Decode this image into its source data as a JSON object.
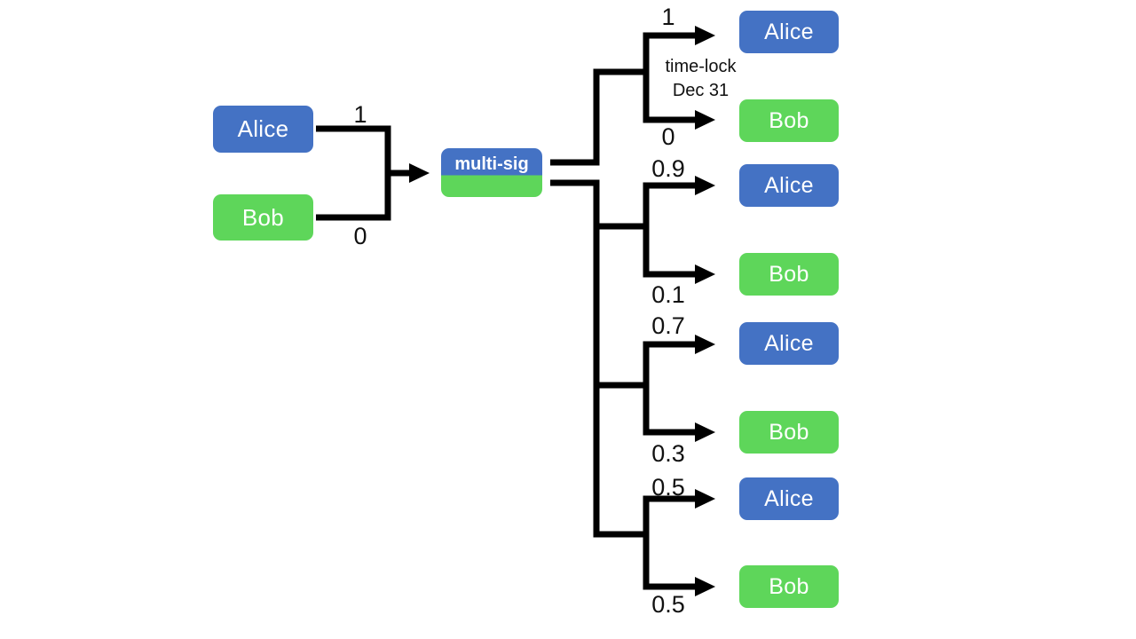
{
  "colors": {
    "alice": "#4472c4",
    "bob": "#5ed65a",
    "line": "#000000"
  },
  "left": {
    "alice_label": "Alice",
    "bob_label": "Bob",
    "top_weight": "1",
    "bottom_weight": "0"
  },
  "center": {
    "label": "multi-sig"
  },
  "annotation": {
    "line1": "time-lock",
    "line2": "Dec 31"
  },
  "branches": [
    {
      "top_weight": "1",
      "bottom_weight": "0",
      "top_label": "Alice",
      "bottom_label": "Bob"
    },
    {
      "top_weight": "0.9",
      "bottom_weight": "0.1",
      "top_label": "Alice",
      "bottom_label": "Bob"
    },
    {
      "top_weight": "0.7",
      "bottom_weight": "0.3",
      "top_label": "Alice",
      "bottom_label": "Bob"
    },
    {
      "top_weight": "0.5",
      "bottom_weight": "0.5",
      "top_label": "Alice",
      "bottom_label": "Bob"
    }
  ]
}
